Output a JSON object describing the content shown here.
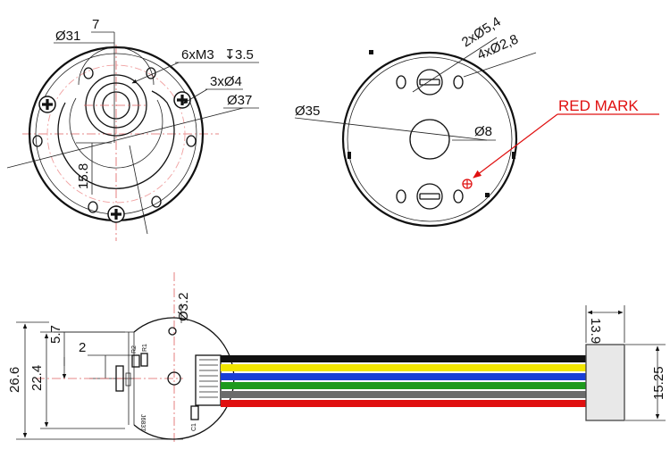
{
  "front_view": {
    "dim_outer": "Ø31",
    "dim_seven": "7",
    "dim_threads": "6xM3",
    "dim_depth_symbol": "↧",
    "dim_depth": "3.5",
    "dim_holes": "3xØ4",
    "dim_flange": "Ø37",
    "dim_offset": "15.8"
  },
  "rear_view": {
    "dim_outer": "Ø35",
    "dim_pins": "2xØ5,4",
    "dim_holes": "4xØ2,8",
    "dim_center": "Ø8",
    "red_mark_label": "RED MARK"
  },
  "side_view": {
    "dim_height_total": "26.6",
    "dim_height_inner": "22.4",
    "dim_top": "5.7",
    "dim_two": "2",
    "dim_hole": "Ø3.2",
    "pcb_r2": "R2",
    "pcb_r1": "R1",
    "pcb_c1": "C1",
    "pcb_code": "J6837"
  },
  "connector": {
    "dim_width": "13.9",
    "dim_height": "15.25"
  },
  "colors": {
    "red_mark": "#e01010",
    "wires": [
      "#111111",
      "#f2e600",
      "#1a3fd6",
      "#1e9a1e",
      "#6b6b6b",
      "#e01010"
    ]
  }
}
